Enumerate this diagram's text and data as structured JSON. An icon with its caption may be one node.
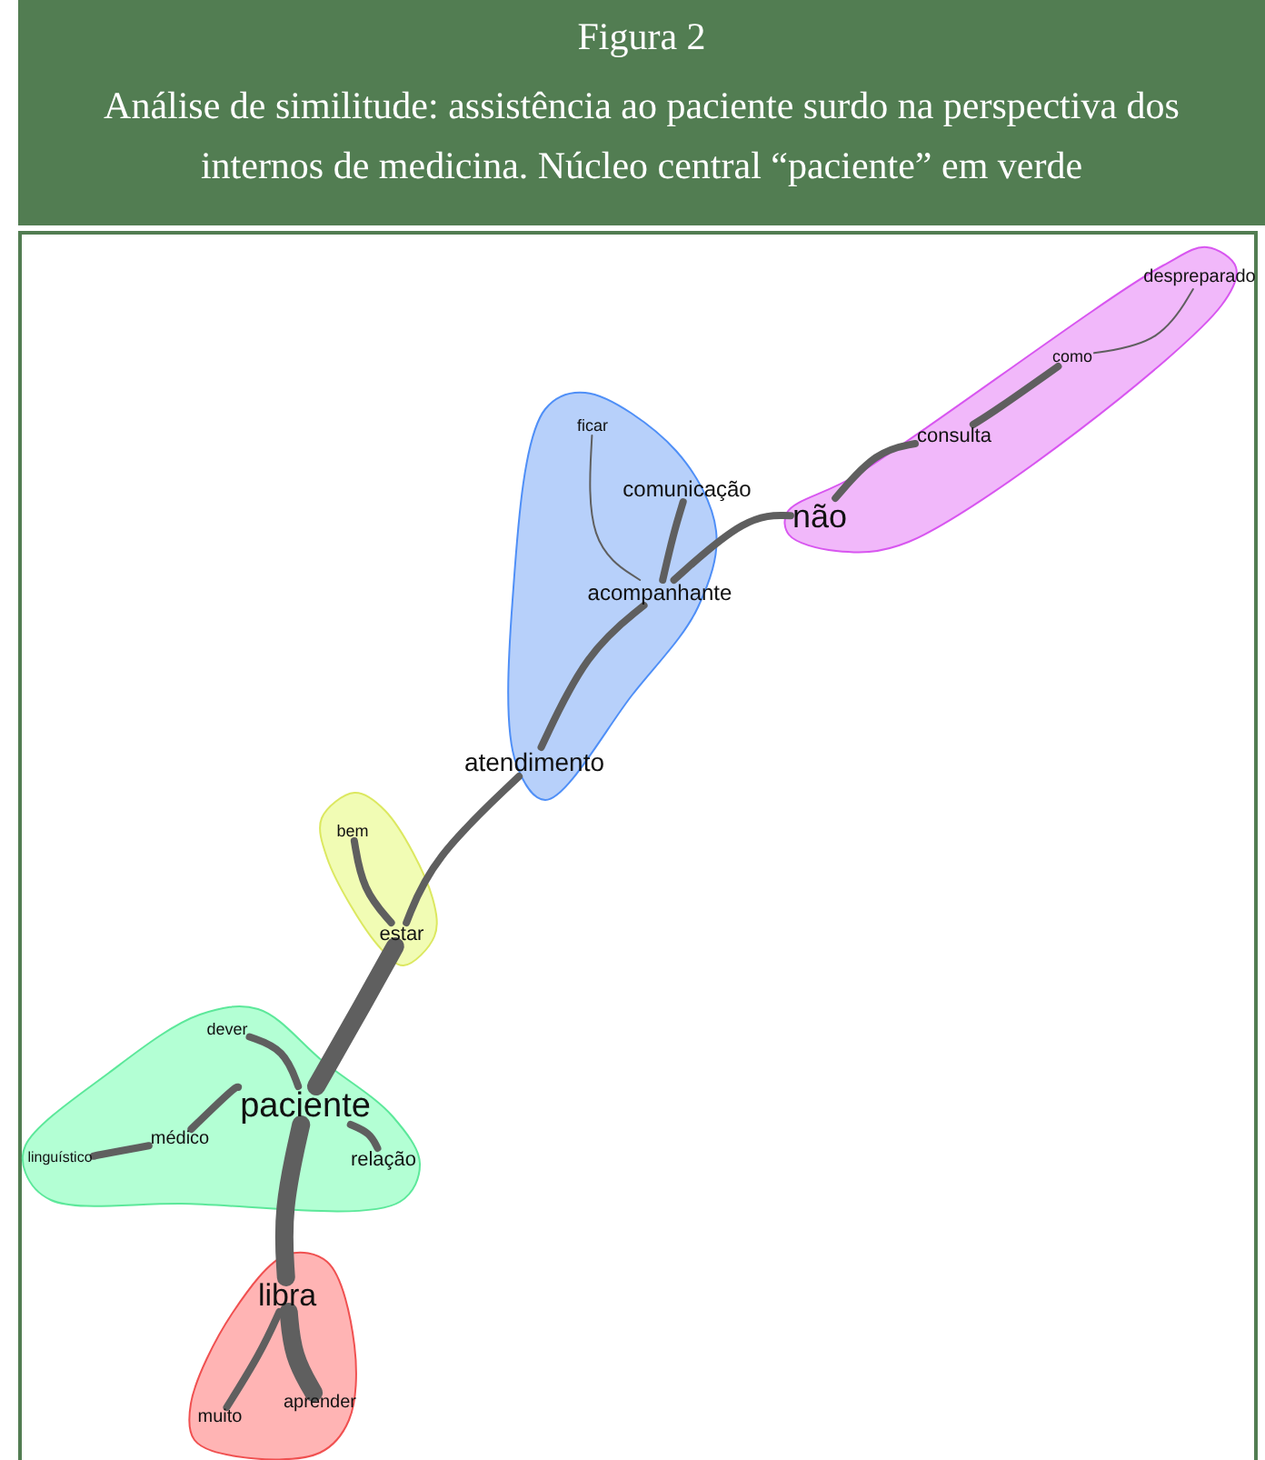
{
  "diagram": {
    "title": "Figura 2",
    "caption": "Análise de similitude: assistência ao paciente surdo na perspectiva dos internos de medicina. Núcleo central “paciente” em verde",
    "nodes": [
      {
        "text": [],
        "shape": "blob"
      },
      {
        "text": [
          "ficar"
        ],
        "in": 0
      },
      {
        "text": [
          "comunicação"
        ],
        "in": 0
      },
      {
        "text": [
          "acompanhante"
        ],
        "in": 0
      },
      {
        "text": [],
        "shape": "blob"
      },
      {
        "text": [
          "não"
        ],
        "in": 4
      },
      {
        "text": [
          "consulta"
        ],
        "in": 4
      },
      {
        "text": [
          "como"
        ],
        "in": 4
      },
      {
        "text": [
          "despreparado"
        ],
        "in": 4
      },
      {
        "text": [
          "atendimento"
        ]
      },
      {
        "text": [],
        "shape": "blob"
      },
      {
        "text": [
          "bem"
        ],
        "in": 10
      },
      {
        "text": [
          "estar"
        ],
        "in": 10
      },
      {
        "text": [],
        "shape": "blob"
      },
      {
        "text": [
          "dever"
        ],
        "in": 13
      },
      {
        "text": [
          "paciente"
        ],
        "in": 13
      },
      {
        "text": [
          "médico"
        ],
        "in": 13
      },
      {
        "text": [
          "linguístico"
        ],
        "in": 13
      },
      {
        "text": [
          "relação"
        ],
        "in": 13
      },
      {
        "text": [],
        "shape": "blob"
      },
      {
        "text": [
          "libra"
        ],
        "in": 19
      },
      {
        "text": [
          "muito"
        ],
        "in": 19
      },
      {
        "text": [
          "aprender"
        ],
        "in": 19
      }
    ],
    "edges": [
      {
        "from": 1,
        "to": 3,
        "arrow": "none"
      },
      {
        "from": 2,
        "to": 3,
        "arrow": "none"
      },
      {
        "from": 3,
        "to": 5,
        "arrow": "none"
      },
      {
        "from": 5,
        "to": 6,
        "arrow": "none"
      },
      {
        "from": 6,
        "to": 7,
        "arrow": "none"
      },
      {
        "from": 7,
        "to": 8,
        "arrow": "none"
      },
      {
        "from": 3,
        "to": 9,
        "arrow": "none"
      },
      {
        "from": 9,
        "to": 12,
        "arrow": "none"
      },
      {
        "from": 11,
        "to": 12,
        "arrow": "none"
      },
      {
        "from": 12,
        "to": 15,
        "arrow": "none",
        "style": "thick"
      },
      {
        "from": 15,
        "to": 14,
        "arrow": "none"
      },
      {
        "from": 15,
        "to": 16,
        "arrow": "none"
      },
      {
        "from": 16,
        "to": 17,
        "arrow": "none"
      },
      {
        "from": 15,
        "to": 18,
        "arrow": "none"
      },
      {
        "from": 15,
        "to": 20,
        "arrow": "none",
        "style": "thick"
      },
      {
        "from": 20,
        "to": 21,
        "arrow": "none"
      },
      {
        "from": 20,
        "to": 22,
        "arrow": "none",
        "style": "thick"
      }
    ]
  }
}
